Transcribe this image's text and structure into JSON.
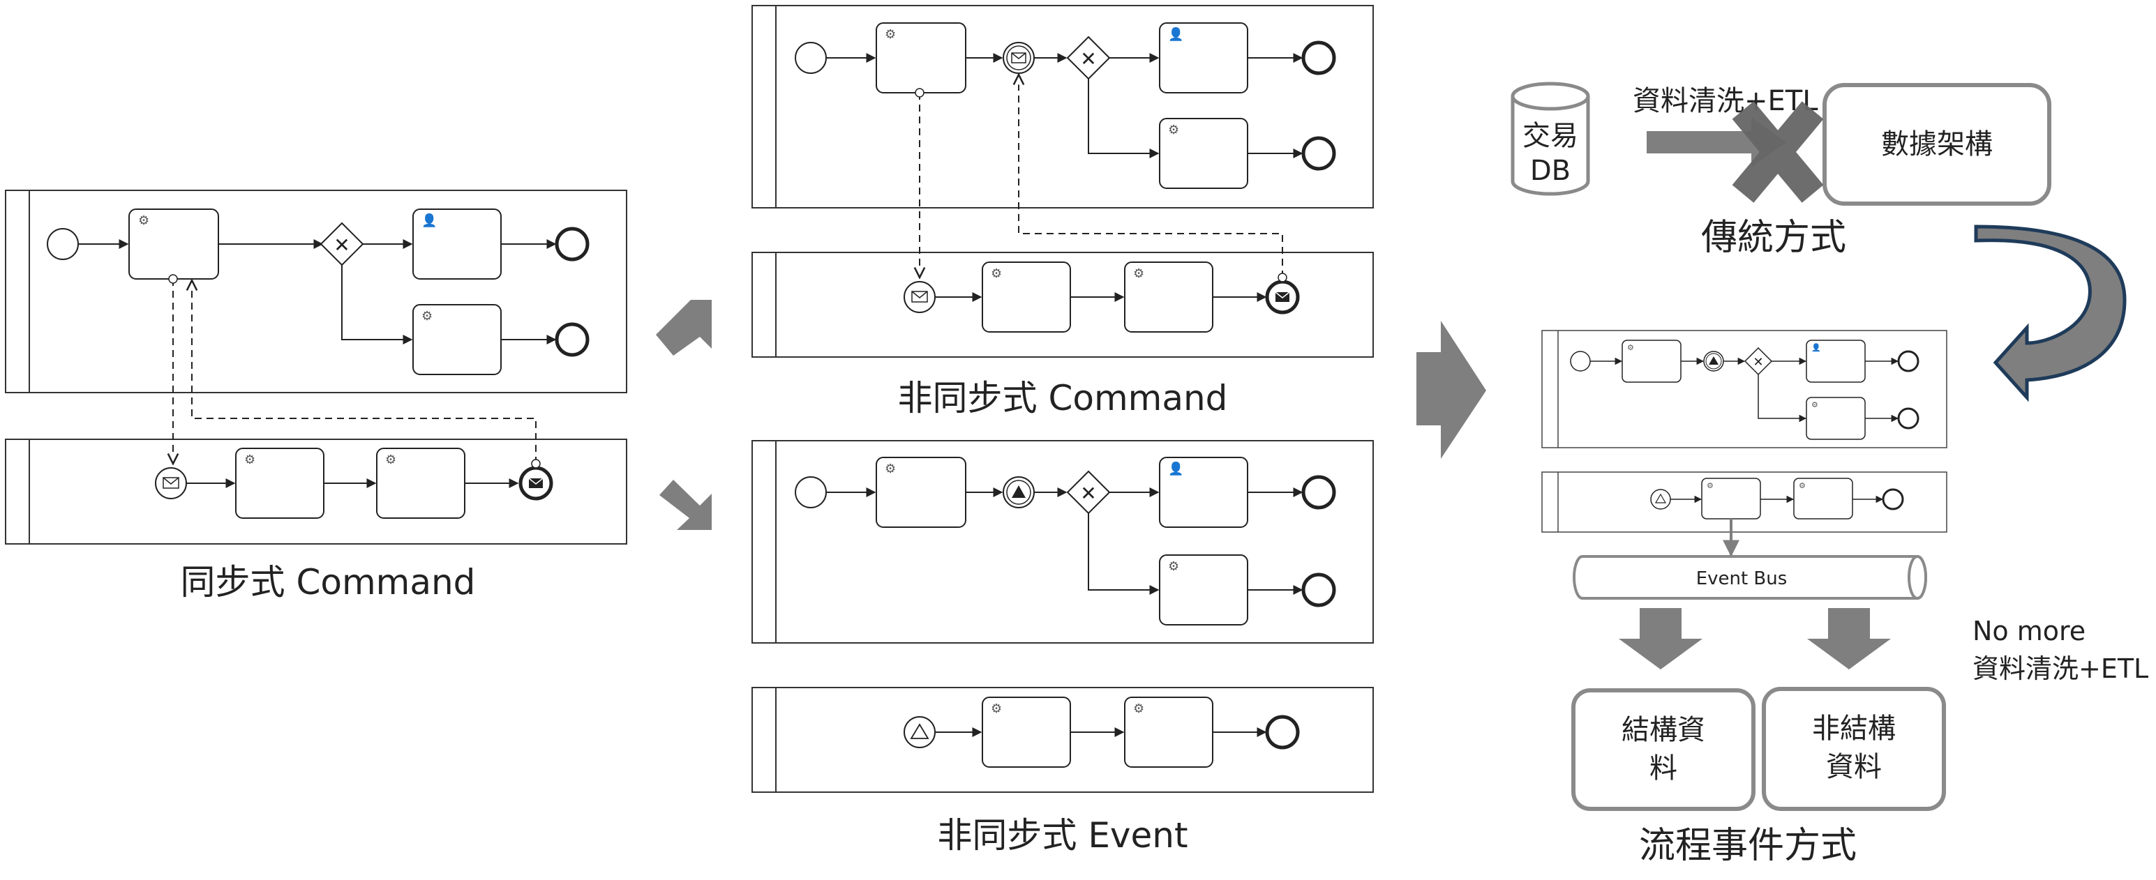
{
  "captions": {
    "sync": "同步式 Command",
    "async_command": "非同步式 Command",
    "async_event": "非同步式 Event",
    "traditional": "傳統方式",
    "event_process": "流程事件方式"
  },
  "traditional": {
    "db_line1": "交易",
    "db_line2": "DB",
    "etl_label": "資料清洗+ETL",
    "target": "數據架構"
  },
  "event_bus": "Event Bus",
  "no_more": {
    "line1": "No more",
    "line2": "資料清洗+ETL"
  },
  "outputs": {
    "structured_line1": "結構資",
    "structured_line2": "料",
    "unstructured_line1": "非結構",
    "unstructured_line2": "資料"
  },
  "colors": {
    "stroke": "#222222",
    "gray_arrow": "#7f7f7f",
    "cross": "#666666",
    "curved_arrow_stroke": "#1f3b5a",
    "box_border": "#8a8a8a"
  }
}
